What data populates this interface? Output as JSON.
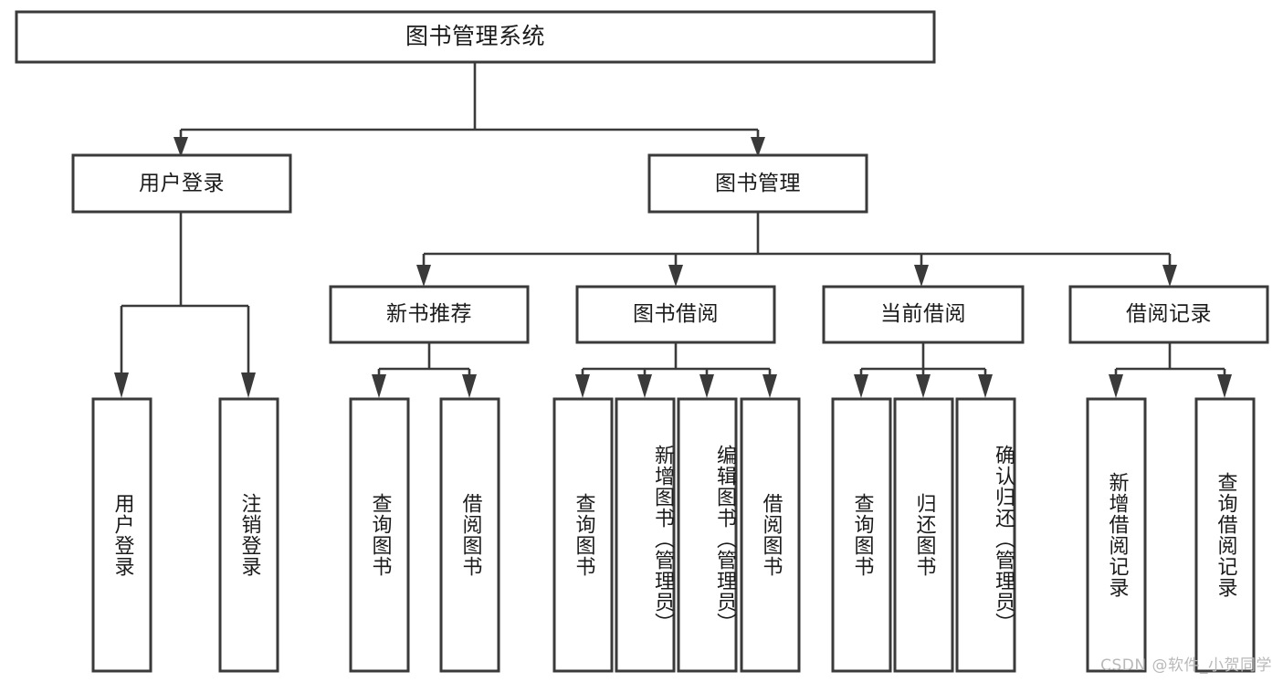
{
  "diagram": {
    "title": "图书管理系统",
    "type": "hierarchy-tree",
    "orientation": "top-down",
    "colors": {
      "box_fill": "#ffffff",
      "box_stroke": "#3a3a3a",
      "connector": "#3a3a3a",
      "text": "#1b1b1b",
      "background": "#ffffff",
      "watermark": "#b9b9b9"
    },
    "levels": [
      {
        "level": 1,
        "nodes": [
          {
            "id": "root",
            "label": "图书管理系统",
            "orientation": "horizontal"
          }
        ]
      },
      {
        "level": 2,
        "nodes": [
          {
            "id": "user-login",
            "label": "用户登录",
            "orientation": "horizontal",
            "parent": "root"
          },
          {
            "id": "book-manage",
            "label": "图书管理",
            "orientation": "horizontal",
            "parent": "root"
          }
        ]
      },
      {
        "level": 3,
        "nodes": [
          {
            "id": "new-book-rec",
            "label": "新书推荐",
            "orientation": "horizontal",
            "parent": "book-manage"
          },
          {
            "id": "book-borrow",
            "label": "图书借阅",
            "orientation": "horizontal",
            "parent": "book-manage"
          },
          {
            "id": "current-borrow",
            "label": "当前借阅",
            "orientation": "horizontal",
            "parent": "book-manage"
          },
          {
            "id": "borrow-record",
            "label": "借阅记录",
            "orientation": "horizontal",
            "parent": "book-manage"
          }
        ]
      },
      {
        "level": 4,
        "nodes": [
          {
            "id": "leaf-user-login",
            "label": "用户登录",
            "orientation": "vertical",
            "parent": "user-login"
          },
          {
            "id": "leaf-user-logout",
            "label": "注销登录",
            "orientation": "vertical",
            "parent": "user-login"
          },
          {
            "id": "leaf-rec-query",
            "label": "查询图书",
            "orientation": "vertical",
            "parent": "new-book-rec"
          },
          {
            "id": "leaf-rec-borrow",
            "label": "借阅图书",
            "orientation": "vertical",
            "parent": "new-book-rec"
          },
          {
            "id": "leaf-borrow-query",
            "label": "查询图书",
            "orientation": "vertical",
            "parent": "book-borrow"
          },
          {
            "id": "leaf-borrow-add",
            "label": "新增图书（管理员）",
            "orientation": "vertical",
            "parent": "book-borrow"
          },
          {
            "id": "leaf-borrow-edit",
            "label": "编辑图书（管理员）",
            "orientation": "vertical",
            "parent": "book-borrow"
          },
          {
            "id": "leaf-borrow-do",
            "label": "借阅图书",
            "orientation": "vertical",
            "parent": "book-borrow"
          },
          {
            "id": "leaf-cur-query",
            "label": "查询图书",
            "orientation": "vertical",
            "parent": "current-borrow"
          },
          {
            "id": "leaf-cur-return",
            "label": "归还图书",
            "orientation": "vertical",
            "parent": "current-borrow"
          },
          {
            "id": "leaf-cur-confirm",
            "label": "确认归还（管理员）",
            "orientation": "vertical",
            "parent": "current-borrow"
          },
          {
            "id": "leaf-rec-add",
            "label": "新增借阅记录",
            "orientation": "vertical",
            "parent": "borrow-record"
          },
          {
            "id": "leaf-rec-search",
            "label": "查询借阅记录",
            "orientation": "vertical",
            "parent": "borrow-record"
          }
        ]
      }
    ]
  },
  "watermark": {
    "text": "CSDN @软件_小贺同学"
  }
}
